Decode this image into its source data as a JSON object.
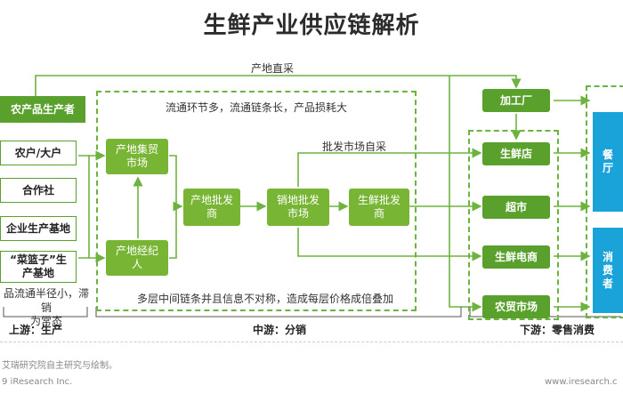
{
  "title": "生鲜产业供应链解析",
  "labels": {
    "direct": "产地直采",
    "midTop": "流通环节多，流通链条长，产品损耗大",
    "wholesaleSelf": "批发市场自采",
    "midBottom": "多层中间链条并且信息不对称，造成每层价格成倍叠加",
    "srcNote": "品流通半径小，滞销\n为常态"
  },
  "sources": {
    "header": "农产品生产者",
    "items": [
      "农户/大户",
      "合作社",
      "企业生产基地",
      "“菜篮子”生\n产基地"
    ]
  },
  "middle": {
    "collect": "产地集贸\n市场",
    "broker": "产地经纪\n人",
    "originWholesale": "产地批发\n商",
    "salesWholesale": "销地批发\n市场",
    "freshWholesale": "生鲜批发\n商"
  },
  "downstream": {
    "factory": "加工厂",
    "items": [
      "生鲜店",
      "超市",
      "生鲜电商",
      "农贸市场"
    ]
  },
  "consumers": {
    "restaurant": "餐\n厅",
    "consumer": "消\n费\n者"
  },
  "stages": {
    "up": "上游：生产",
    "mid": "中游：分销",
    "down": "下游：零售消费"
  },
  "footer": {
    "source": "艾瑞研究院自主研究与绘制。",
    "copyright": "9 iResearch Inc.",
    "site": "www.iresearch.c"
  },
  "colors": {
    "green": "#5aa02c",
    "lightGreen": "#78b534",
    "blue": "#1aa3d9",
    "line": "#6db33f"
  }
}
